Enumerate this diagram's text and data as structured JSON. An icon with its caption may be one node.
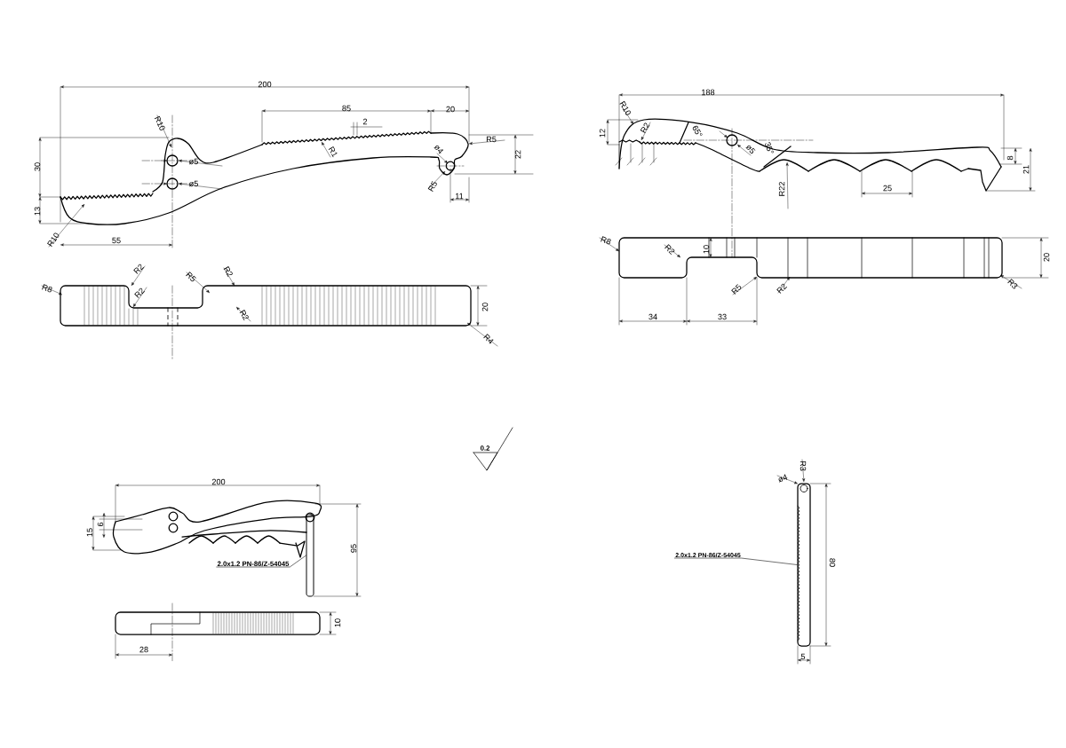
{
  "diagram": {
    "nodes": [
      {
        "text": [
          "2.0x1.2 PN-86/Z-54045"
        ]
      },
      {
        "text": [],
        "shape": "picture"
      },
      {
        "text": [
          "2.0x1.2 PN-86/Z-54045"
        ]
      },
      {
        "text": [],
        "shape": "picture"
      }
    ],
    "edges": [
      {
        "from": 0,
        "to": 1,
        "arrow": "none"
      },
      {
        "from": 2,
        "to": 3,
        "arrow": "none"
      }
    ],
    "labels": [
      "200",
      "85",
      "2",
      "20",
      "R10",
      "ø5",
      "ø5",
      "R1",
      "ø4",
      "R5",
      "R5",
      "22",
      "11",
      "30",
      "13",
      "R10",
      "55",
      "R8",
      "R2",
      "R2",
      "R5",
      "R2",
      "R2",
      "20",
      "R4",
      "188",
      "R10",
      "R2",
      "12",
      "65°",
      "ø5",
      "35°",
      "R22",
      "25",
      "8",
      "21",
      "R8",
      "R2",
      "10",
      "R5",
      "R2",
      "20",
      "R3",
      "34",
      "33",
      "0.2",
      "200",
      "15",
      "6",
      "95",
      "10",
      "28",
      "ø4",
      "R3",
      "80",
      "5"
    ]
  }
}
